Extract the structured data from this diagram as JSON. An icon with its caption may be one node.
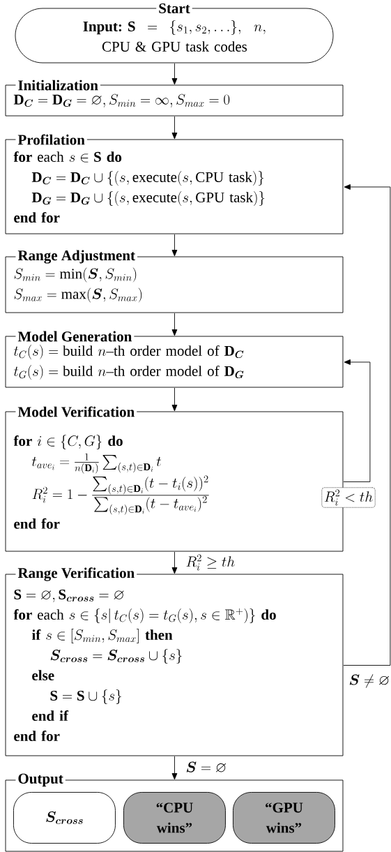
{
  "diagram": {
    "nodes": [
      {
        "text": [
          "Start",
          "\\textbf{Input:}\\ \\mathbf{S}=\\{s_1,s_2,\\ldots\\},\\ \\ n,",
          "CPU & GPU task codes"
        ]
      },
      {
        "text": [
          "Initialization",
          "\\mathbf{D}_{\\boldsymbol{C}}=\\mathbf{D}_{\\boldsymbol{G}}=\\varnothing,S_{min}=\\infty,S_{max}=0"
        ]
      },
      {
        "text": [
          "Profilation",
          "\\textbf{for}\\ \\text{each}\\ s\\in\\mathbf{S}\\ \\textbf{do}",
          "\\mathbf{D}_{\\boldsymbol{C}}=\\mathbf{D}_{\\boldsymbol{C}}\\cup\\{(s,\\text{execute}(s,\\text{CPU task})\\}",
          "\\mathbf{D}_{\\boldsymbol{G}}=\\mathbf{D}_{\\boldsymbol{G}}\\cup\\{(s,\\text{execute}(s,\\text{GPU task})\\}",
          "\\textbf{end for}"
        ]
      },
      {
        "text": [
          "Range Adjustment",
          "S_{min}=\\min(\\boldsymbol{S},S_{min})",
          "S_{max}=\\max(\\boldsymbol{S},S_{max})"
        ]
      },
      {
        "text": [
          "Model Generation",
          "t_C(s)=\\text{build }n\\text{--th order model of }\\mathbf{D}_{\\boldsymbol{C}}",
          "t_G(s)=\\text{build }n\\text{--th order model of }\\mathbf{D}_{\\boldsymbol{G}}"
        ]
      },
      {
        "text": [
          "Model Verification",
          "\\textbf{for}\\ i\\in\\{C,G\\}\\ \\textbf{do}",
          "t_{ave_i}=\\frac{1}{n(\\mathbf{D}_i)}\\sum_{(s,t)\\in\\mathbf{D}_i}t",
          "R_i^2=1-\\frac{\\textstyle\\sum_{(s,t)\\in\\mathbf{D}_i}(t-t_i(s))^2}{\\textstyle\\sum_{(s,t)\\in\\mathbf{D}_i}(t-t_{ave_i})^2}",
          "\\textbf{end for}"
        ]
      },
      {
        "text": [
          "Range Verification",
          "\\mathbf{S}=\\varnothing,\\mathbf{S}_{\\boldsymbol{cross}}=\\varnothing",
          "\\textbf{for}\\ \\text{each}\\ s\\in\\{s|\\,t_C(s)=t_G(s),s\\in\\mathbb{R}^+)\\}\\ \\textbf{do}",
          "\\textbf{if}\\ s\\in[S_{min},S_{max}]\\ \\textbf{then}",
          "\\boldsymbol{S_{cross}}=\\boldsymbol{S_{cross}}\\cup\\{s\\}",
          "\\textbf{else}",
          "\\mathbf{S}=\\mathbf{S}\\cup\\{s\\}",
          "\\textbf{end if}",
          "\\textbf{end for}"
        ]
      },
      {
        "text": [
          "Output"
        ]
      },
      {
        "text": [
          "\\boldsymbol{S_{cross}}"
        ],
        "in": 7
      },
      {
        "text": [
          "“CPU wins”"
        ],
        "in": 7
      },
      {
        "text": [
          "“GPU wins”"
        ],
        "in": 7
      }
    ],
    "edges": [
      {
        "from": 0,
        "to": 1,
        "arrow": "to"
      },
      {
        "from": 1,
        "to": 2,
        "arrow": "to"
      },
      {
        "from": 2,
        "to": 3,
        "arrow": "to"
      },
      {
        "from": 3,
        "to": 4,
        "arrow": "to"
      },
      {
        "from": 4,
        "to": 5,
        "arrow": "to"
      },
      {
        "from": 5,
        "to": 4,
        "arrow": "to",
        "label": "R_i^2<th"
      },
      {
        "from": 5,
        "to": 6,
        "arrow": "to",
        "label": "R_i^2\\geq th"
      },
      {
        "from": 6,
        "to": 2,
        "arrow": "to",
        "label": "\\boldsymbol{S}\\neq\\varnothing"
      },
      {
        "from": 6,
        "to": 7,
        "arrow": "to",
        "label": "\\boldsymbol{S}=\\varnothing"
      }
    ]
  }
}
